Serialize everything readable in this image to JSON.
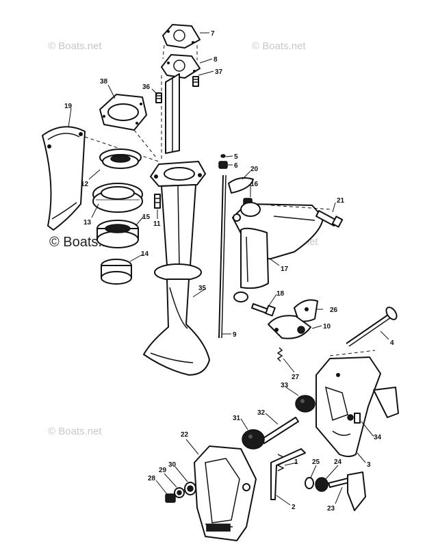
{
  "watermark": {
    "text": "© Boats.net"
  },
  "callouts": {
    "c1": "1",
    "c2": "2",
    "c3": "3",
    "c4": "4",
    "c5": "5",
    "c6": "6",
    "c7": "7",
    "c8": "8",
    "c9": "9",
    "c10": "10",
    "c11": "11",
    "c12": "12",
    "c13": "13",
    "c14": "14",
    "c15": "15",
    "c16": "16",
    "c17": "17",
    "c18": "18",
    "c19": "19",
    "c20": "20",
    "c21": "21",
    "c22": "22",
    "c23": "23",
    "c24": "24",
    "c25": "25",
    "c26": "26",
    "c27": "27",
    "c28": "28",
    "c29": "29",
    "c30": "30",
    "c31": "31",
    "c32": "32",
    "c33": "33",
    "c34": "34",
    "c35": "35",
    "c36": "36",
    "c37": "37",
    "c38": "38"
  }
}
